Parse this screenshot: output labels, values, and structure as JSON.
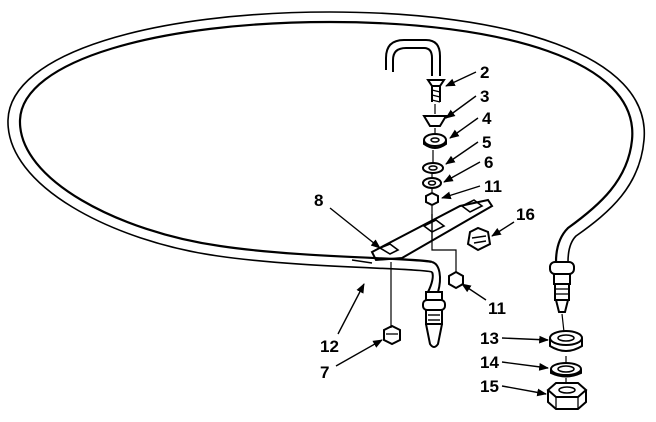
{
  "diagram": {
    "callouts": [
      {
        "id": "c2",
        "label": "2"
      },
      {
        "id": "c3",
        "label": "3"
      },
      {
        "id": "c4",
        "label": "4"
      },
      {
        "id": "c5",
        "label": "5"
      },
      {
        "id": "c6",
        "label": "6"
      },
      {
        "id": "c11a",
        "label": "11"
      },
      {
        "id": "c16",
        "label": "16"
      },
      {
        "id": "c8",
        "label": "8"
      },
      {
        "id": "c11b",
        "label": "11"
      },
      {
        "id": "c12",
        "label": "12"
      },
      {
        "id": "c7",
        "label": "7"
      },
      {
        "id": "c13",
        "label": "13"
      },
      {
        "id": "c14",
        "label": "14"
      },
      {
        "id": "c15",
        "label": "15"
      }
    ]
  }
}
